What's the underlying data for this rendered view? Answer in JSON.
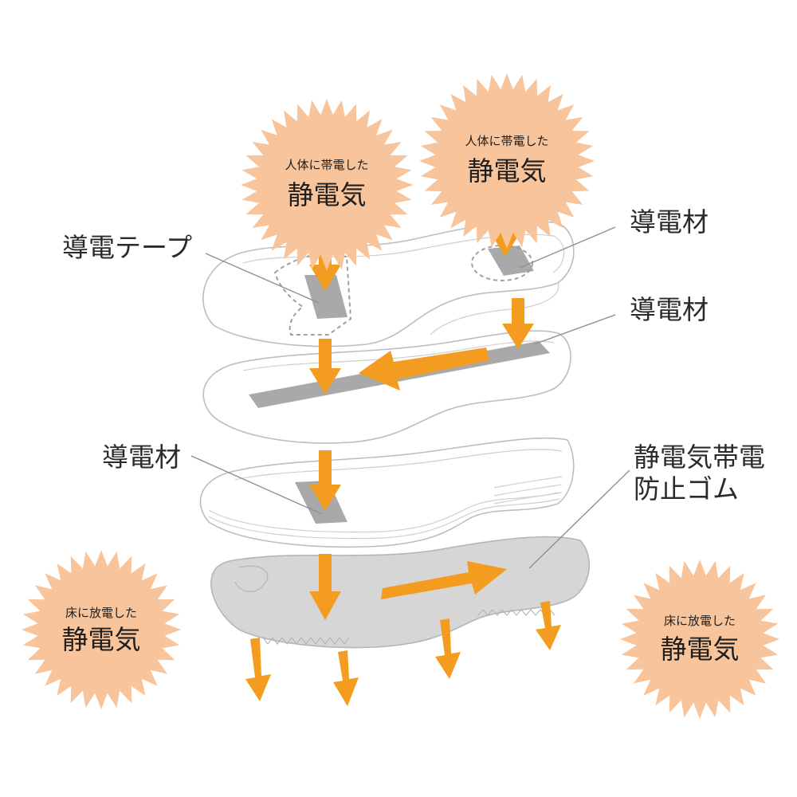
{
  "colors": {
    "arrow": "#f39c1f",
    "burst_fill": "#f8c49b",
    "strip": "#9a9a9a",
    "rubber": "#d6d6d6",
    "outline": "#bdbdbd",
    "label": "#2a2a2a"
  },
  "bursts": {
    "charged_left": {
      "line1": "人体に帯電した",
      "line2": "静電気"
    },
    "charged_right": {
      "line1": "人体に帯電した",
      "line2": "静電気"
    },
    "discharged_left": {
      "line1": "床に放電した",
      "line2": "静電気"
    },
    "discharged_right": {
      "line1": "床に放電した",
      "line2": "静電気"
    }
  },
  "labels": {
    "conductive_tape": "導電テープ",
    "conductive_material_1": "導電材",
    "conductive_material_2": "導電材",
    "conductive_material_3": "導電材",
    "antistatic_rubber_line1": "静電気帯電",
    "antistatic_rubber_line2": "防止ゴム"
  }
}
